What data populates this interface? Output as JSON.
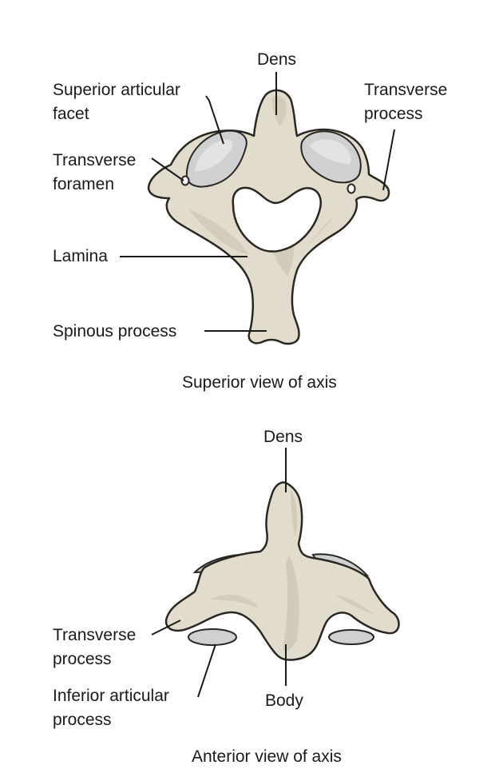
{
  "colors": {
    "bone": "#e2dccc",
    "bone_shadow": "#c6bfac",
    "bone_outline": "#2a2722",
    "facet": "#cfd0d2",
    "facet_light": "#e6e7e8",
    "leader": "#1a1a1a"
  },
  "superior_view": {
    "caption": "Superior view of axis",
    "labels": {
      "dens": "Dens",
      "superior_articular_facet_line1": "Superior articular",
      "superior_articular_facet_line2": "facet",
      "transverse_process_line1": "Transverse",
      "transverse_process_line2": "process",
      "transverse_foramen_line1": "Transverse",
      "transverse_foramen_line2": "foramen",
      "lamina": "Lamina",
      "spinous_process": "Spinous process"
    }
  },
  "anterior_view": {
    "caption": "Anterior view of axis",
    "labels": {
      "dens": "Dens",
      "transverse_process_line1": "Transverse",
      "transverse_process_line2": "process",
      "inferior_articular_process_line1": "Inferior articular",
      "inferior_articular_process_line2": "process",
      "body": "Body"
    }
  }
}
